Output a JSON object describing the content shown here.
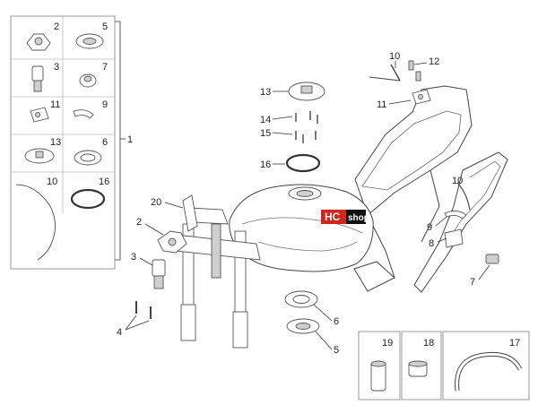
{
  "inset_labels": [
    "2",
    "5",
    "3",
    "7",
    "11",
    "9",
    "13",
    "6",
    "10",
    "16"
  ],
  "group_label": "1",
  "main_labels": {
    "n10_top": "10",
    "n12": "12",
    "n11_top": "11",
    "n13": "13",
    "n14": "14",
    "n15": "15",
    "n16": "16",
    "n20": "20",
    "n2": "2",
    "n3": "3",
    "n4": "4",
    "n6": "6",
    "n5": "5",
    "n10_right": "10",
    "n9": "9",
    "n8": "8",
    "n7": "7"
  },
  "bottom_labels": [
    "19",
    "18",
    "17"
  ],
  "watermark": {
    "left": "HC",
    "right": "shop",
    "color_left": "#d0261e",
    "color_right": "#111111"
  }
}
